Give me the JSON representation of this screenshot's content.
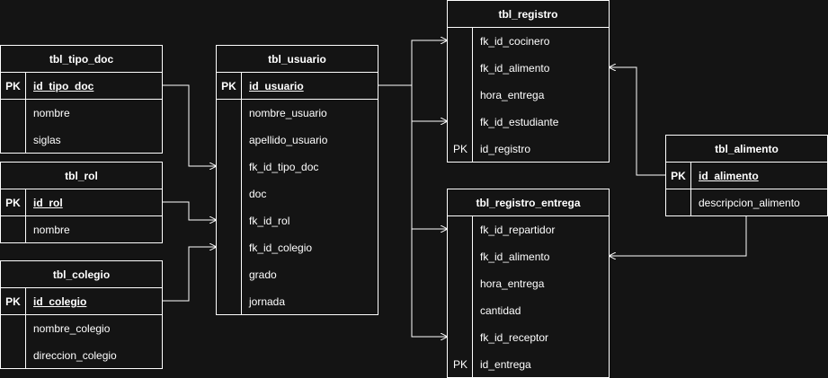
{
  "diagram": {
    "tables": {
      "tbl_tipo_doc": {
        "title": "tbl_tipo_doc",
        "pk_label": "PK",
        "pk_field": "id_tipo_doc",
        "fields": [
          "nombre",
          "siglas"
        ]
      },
      "tbl_rol": {
        "title": "tbl_rol",
        "pk_label": "PK",
        "pk_field": "id_rol",
        "fields": [
          "nombre"
        ]
      },
      "tbl_colegio": {
        "title": "tbl_colegio",
        "pk_label": "PK",
        "pk_field": "id_colegio",
        "fields": [
          "nombre_colegio",
          "direccion_colegio"
        ]
      },
      "tbl_usuario": {
        "title": "tbl_usuario",
        "pk_label": "PK",
        "pk_field": "id_usuario",
        "fields": [
          "nombre_usuario",
          "apellido_usuario",
          "fk_id_tipo_doc",
          "doc",
          "fk_id_rol",
          "fk_id_colegio",
          "grado",
          "jornada"
        ]
      },
      "tbl_registro": {
        "title": "tbl_registro",
        "fields": [
          "fk_id_cocinero",
          "fk_id_alimento",
          "hora_entrega",
          "fk_id_estudiante"
        ],
        "bottom_pk_label": "PK",
        "bottom_pk_field": "id_registro"
      },
      "tbl_registro_entrega": {
        "title": "tbl_registro_entrega",
        "fields": [
          "fk_id_repartidor",
          "fk_id_alimento",
          "hora_entrega",
          "cantidad",
          "fk_id_receptor"
        ],
        "bottom_pk_label": "PK",
        "bottom_pk_field": "id_entrega"
      },
      "tbl_alimento": {
        "title": "tbl_alimento",
        "pk_label": "PK",
        "pk_field": "id_alimento",
        "fields": [
          "descripcion_alimento"
        ]
      }
    },
    "colors": {
      "background": "#141414",
      "line": "#ffffff",
      "text": "#ffffff"
    }
  }
}
